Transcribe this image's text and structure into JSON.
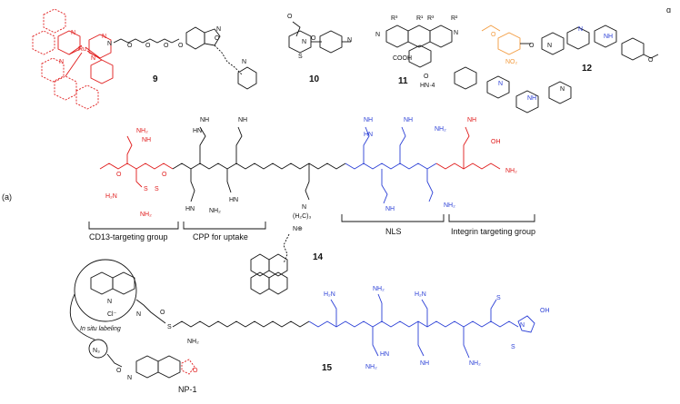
{
  "corner_symbol": "ɑ",
  "panel_label": "(a)",
  "compounds": {
    "c9": "9",
    "c10": "10",
    "c11": "11",
    "c12": "12",
    "c14": "14",
    "c15": "15"
  },
  "groups": {
    "cd13": "CD13-targeting group",
    "cpp": "CPP for uptake",
    "nls": "NLS",
    "integrin": "Integrin targeting group"
  },
  "labels": {
    "in_situ": "In situ labeling",
    "np1": "NP-1",
    "n3": "N₃",
    "ch2_linker": "(H₂C)₃",
    "nplus": "N⊕"
  },
  "atoms": {
    "N": "N",
    "NH": "NH",
    "NH2": "NH₂",
    "H2N": "H₂N",
    "HN": "HN",
    "O": "O",
    "S": "S",
    "Ru": "Ru",
    "R1": "R¹",
    "R2": "R²",
    "R3": "R³",
    "COOH": "COOH",
    "OH": "OH",
    "NO2": "NO₂",
    "Cl": "Cl⁻",
    "hn4": "HN·4",
    "nplus_top": "N⊕"
  },
  "colors": {
    "black": "#111111",
    "blue": "#2b3fd6",
    "red": "#e01a1a",
    "orange": "#f29a3d"
  }
}
